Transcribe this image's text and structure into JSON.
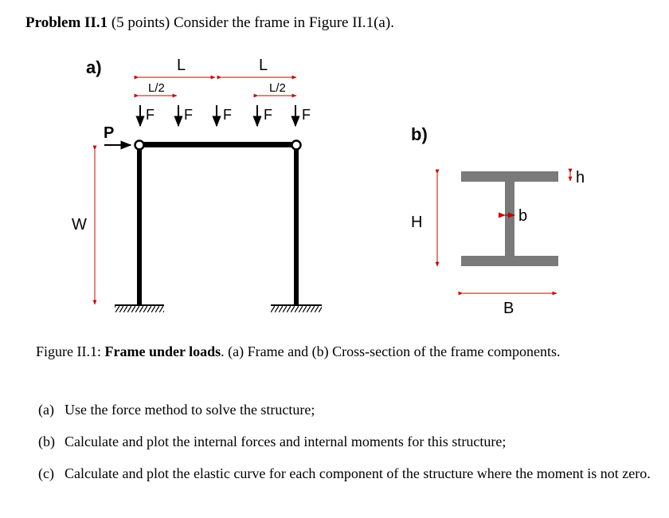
{
  "problem": {
    "number": "Problem II.1",
    "points": "(5 points)",
    "statement": "Consider the frame in Figure II.1(a)."
  },
  "figure_a": {
    "panel_label": "a)",
    "span_label_left": "L",
    "span_label_right": "L",
    "half_label_left": "L/2",
    "half_label_right": "L/2",
    "force_labels": [
      "F",
      "F",
      "F",
      "F",
      "F"
    ],
    "load_label": "P",
    "height_label": "W"
  },
  "figure_b": {
    "panel_label": "b)",
    "height_label": "H",
    "flange_label": "h",
    "web_label": "b",
    "width_label": "B"
  },
  "caption": {
    "prefix": "Figure II.1:",
    "title": "Frame under loads",
    "rest": ". (a) Frame and (b) Cross-section of the frame components."
  },
  "tasks": [
    {
      "label": "(a)",
      "text": "Use the force method to solve the structure;"
    },
    {
      "label": "(b)",
      "text": "Calculate and plot the internal forces and internal moments for this structure;"
    },
    {
      "label": "(c)",
      "text": "Calculate and plot the elastic curve for each component of the structure where the moment is not zero."
    }
  ],
  "colors": {
    "dimension": "#cc0000",
    "structure": "#000000",
    "section": "#7a7a7a"
  }
}
